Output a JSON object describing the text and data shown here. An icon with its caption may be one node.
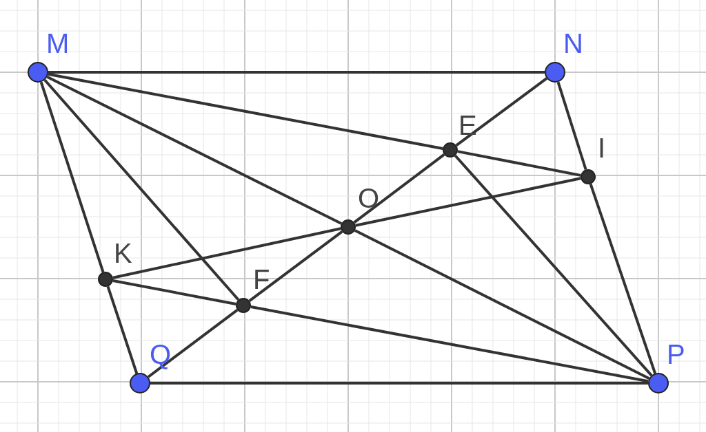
{
  "diagram": {
    "nodes": [
      {
        "text": [
          "M"
        ]
      },
      {
        "text": [
          "N"
        ]
      },
      {
        "text": [
          "E"
        ]
      },
      {
        "text": [
          "I"
        ]
      },
      {
        "text": [
          "O"
        ]
      },
      {
        "text": [
          "K"
        ]
      },
      {
        "text": [
          "F"
        ]
      },
      {
        "text": [
          "Q"
        ]
      },
      {
        "text": [
          "P"
        ]
      }
    ],
    "edges": [
      {
        "from": 0,
        "to": 1,
        "arrow": "none"
      },
      {
        "from": 1,
        "to": 3,
        "arrow": "none"
      },
      {
        "from": 3,
        "to": 8,
        "arrow": "none"
      },
      {
        "from": 7,
        "to": 8,
        "arrow": "none"
      },
      {
        "from": 5,
        "to": 7,
        "arrow": "none"
      },
      {
        "from": 0,
        "to": 5,
        "arrow": "none"
      },
      {
        "from": 1,
        "to": 2,
        "arrow": "none"
      },
      {
        "from": 2,
        "to": 4,
        "arrow": "none"
      },
      {
        "from": 4,
        "to": 6,
        "arrow": "none"
      },
      {
        "from": 6,
        "to": 7,
        "arrow": "none"
      },
      {
        "from": 0,
        "to": 4,
        "arrow": "none"
      },
      {
        "from": 4,
        "to": 8,
        "arrow": "none"
      },
      {
        "from": 0,
        "to": 2,
        "arrow": "none"
      },
      {
        "from": 2,
        "to": 3,
        "arrow": "none"
      },
      {
        "from": 5,
        "to": 4,
        "arrow": "none"
      },
      {
        "from": 4,
        "to": 3,
        "arrow": "none"
      },
      {
        "from": 5,
        "to": 6,
        "arrow": "none"
      },
      {
        "from": 6,
        "to": 8,
        "arrow": "none"
      },
      {
        "from": 0,
        "to": 6,
        "arrow": "none"
      },
      {
        "from": 2,
        "to": 8,
        "arrow": "none"
      }
    ]
  }
}
